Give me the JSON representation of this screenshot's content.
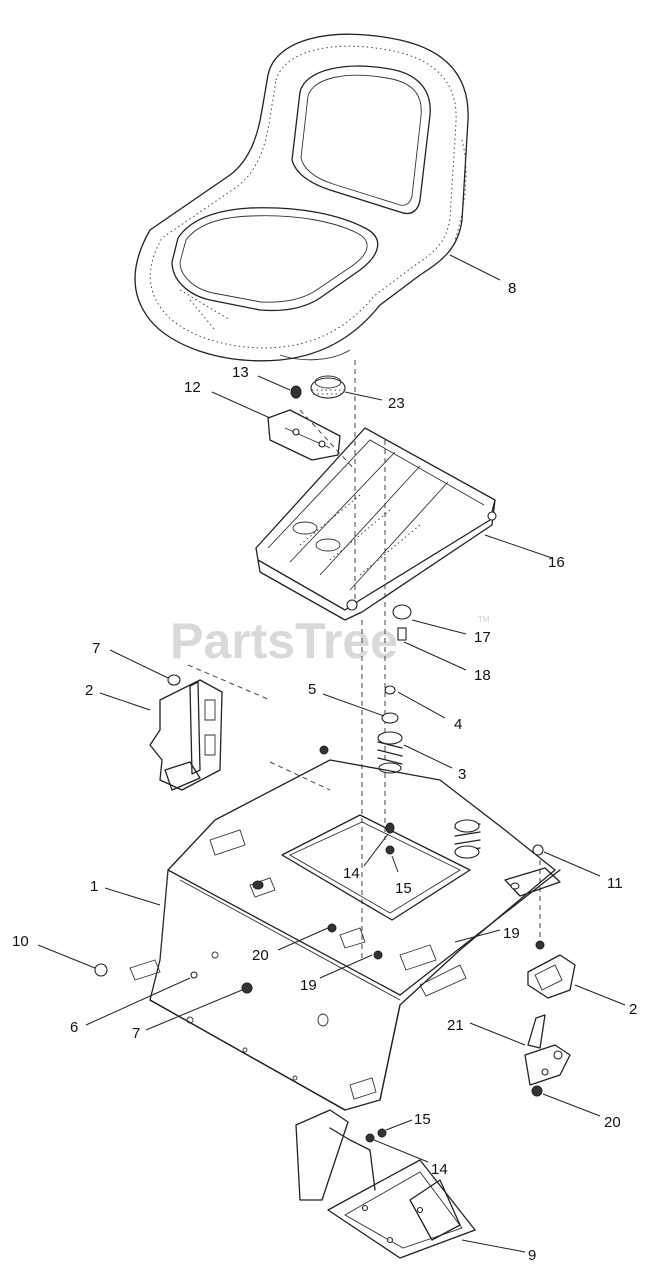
{
  "watermark": {
    "text": "PartsTree",
    "tm": "TM"
  },
  "callouts": [
    {
      "id": "c8",
      "label": "8"
    },
    {
      "id": "c13",
      "label": "13"
    },
    {
      "id": "c12",
      "label": "12"
    },
    {
      "id": "c23",
      "label": "23"
    },
    {
      "id": "c16",
      "label": "16"
    },
    {
      "id": "c17",
      "label": "17"
    },
    {
      "id": "c18",
      "label": "18"
    },
    {
      "id": "c7a",
      "label": "7"
    },
    {
      "id": "c2a",
      "label": "2"
    },
    {
      "id": "c5",
      "label": "5"
    },
    {
      "id": "c4",
      "label": "4"
    },
    {
      "id": "c3",
      "label": "3"
    },
    {
      "id": "c14a",
      "label": "14"
    },
    {
      "id": "c15a",
      "label": "15"
    },
    {
      "id": "c11",
      "label": "11"
    },
    {
      "id": "c1",
      "label": "1"
    },
    {
      "id": "c10",
      "label": "10"
    },
    {
      "id": "c20a",
      "label": "20"
    },
    {
      "id": "c19a",
      "label": "19"
    },
    {
      "id": "c19b",
      "label": "19"
    },
    {
      "id": "c2b",
      "label": "2"
    },
    {
      "id": "c6",
      "label": "6"
    },
    {
      "id": "c7b",
      "label": "7"
    },
    {
      "id": "c21",
      "label": "21"
    },
    {
      "id": "c20b",
      "label": "20"
    },
    {
      "id": "c15b",
      "label": "15"
    },
    {
      "id": "c14b",
      "label": "14"
    },
    {
      "id": "c9",
      "label": "9"
    }
  ]
}
